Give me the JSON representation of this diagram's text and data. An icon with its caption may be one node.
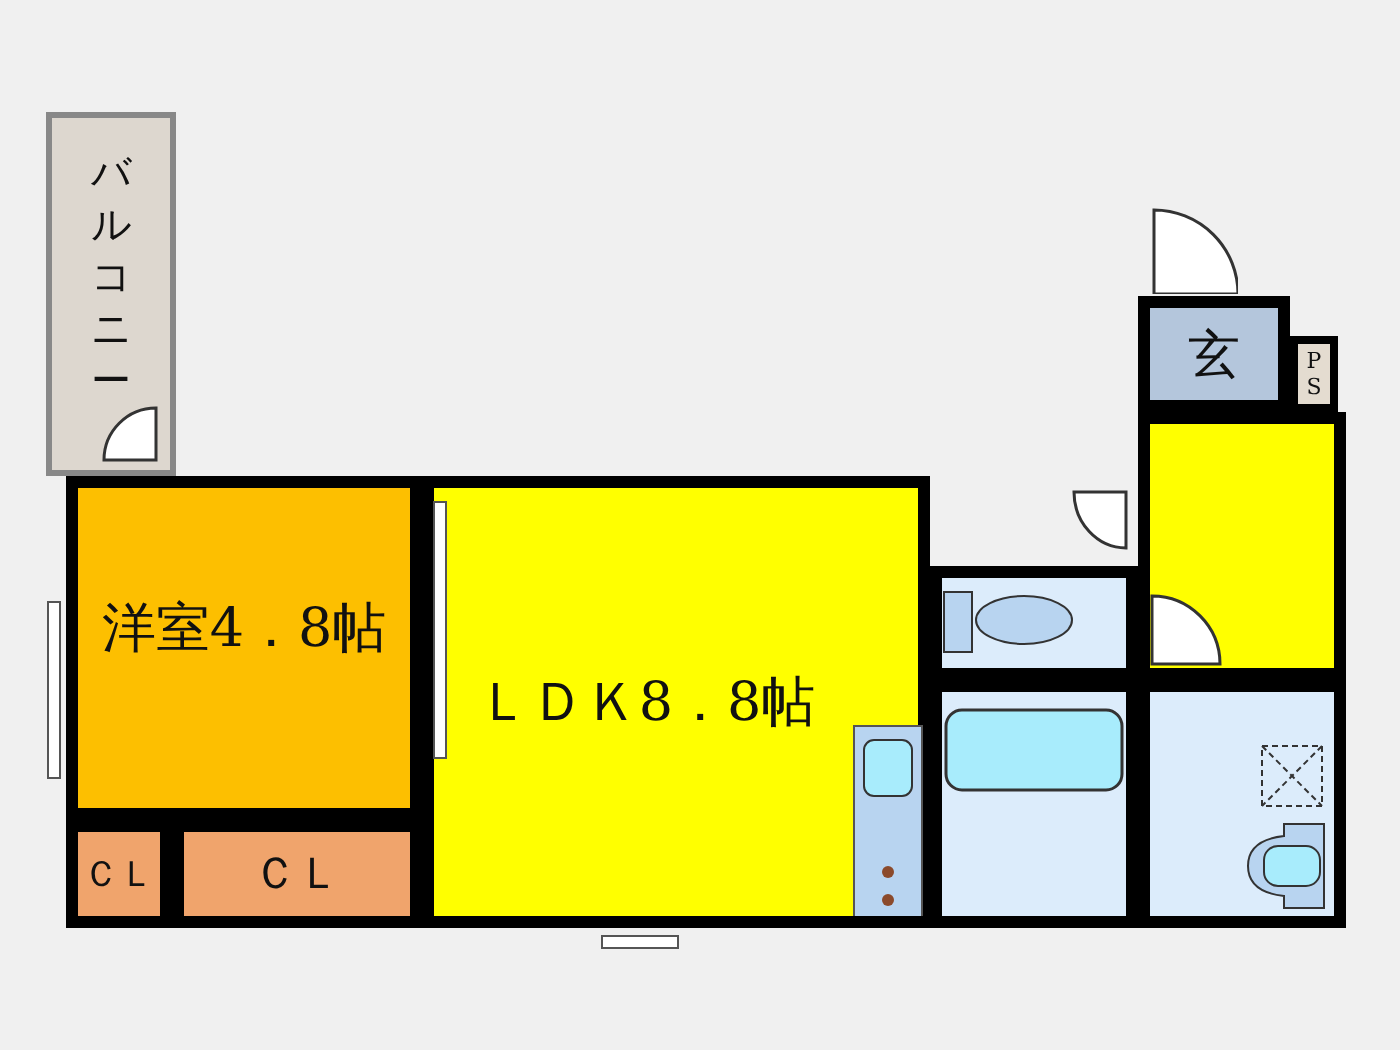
{
  "diagram": {
    "nodes": [
      {
        "text": [
          "バルコニー"
        ]
      },
      {
        "text": [
          "洋室4．8帖"
        ]
      },
      {
        "text": [
          "ＬＤＫ8．8帖"
        ]
      },
      {
        "text": [
          "ＣＬ"
        ]
      },
      {
        "text": [
          "ＣＬ"
        ]
      },
      {
        "text": [
          "玄"
        ]
      },
      {
        "text": [
          "PS"
        ]
      },
      {
        "text": [],
        "shape": "box"
      },
      {
        "text": [],
        "shape": "box"
      },
      {
        "text": [],
        "shape": "box"
      },
      {
        "text": [],
        "shape": "box"
      }
    ]
  }
}
